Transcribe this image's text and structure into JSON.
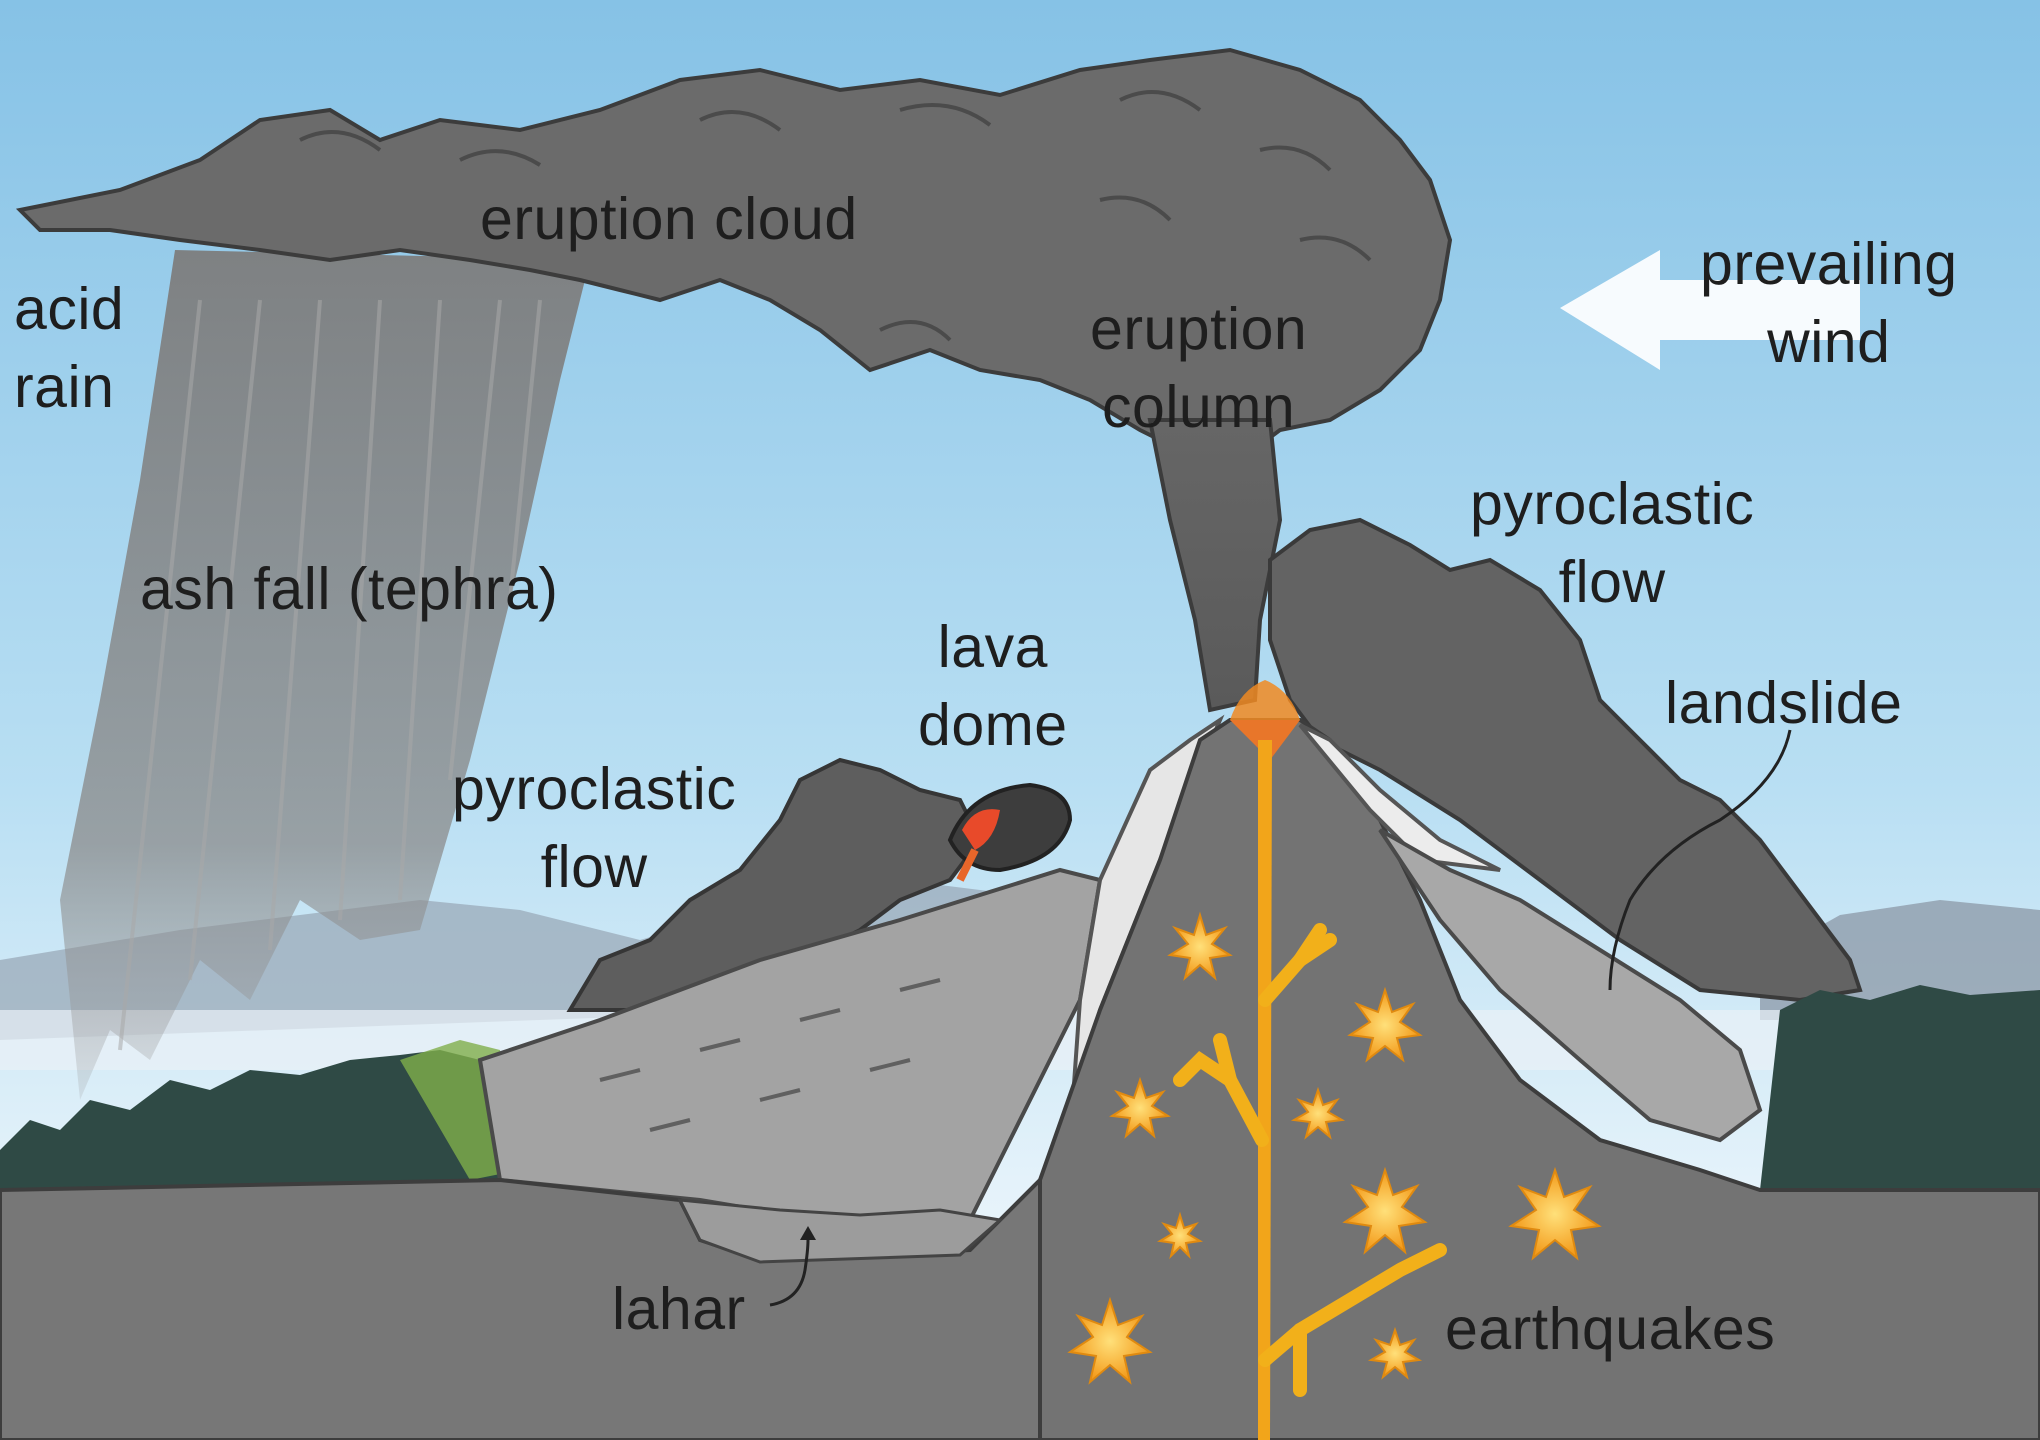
{
  "labels": {
    "eruption_cloud": "eruption cloud",
    "acid_rain": [
      "acid",
      "rain"
    ],
    "eruption_column": [
      "eruption",
      "column"
    ],
    "prevailing_wind": [
      "prevailing",
      "wind"
    ],
    "pyroclastic_flow_right": [
      "pyroclastic",
      "flow"
    ],
    "ash_fall": "ash fall (tephra)",
    "lava_dome": [
      "lava",
      "dome"
    ],
    "pyroclastic_flow_left": [
      "pyroclastic",
      "flow"
    ],
    "landslide": "landslide",
    "lahar": "lahar",
    "earthquakes": "earthquakes"
  },
  "colors": {
    "sky_top": "#8ec8ea",
    "sky_bottom": "#d9eef9",
    "ash": "#6e6e6e",
    "ground": "#757575",
    "magma": "#f2b01a",
    "quake": "#f7c51c",
    "forest": "#2f4a45"
  }
}
